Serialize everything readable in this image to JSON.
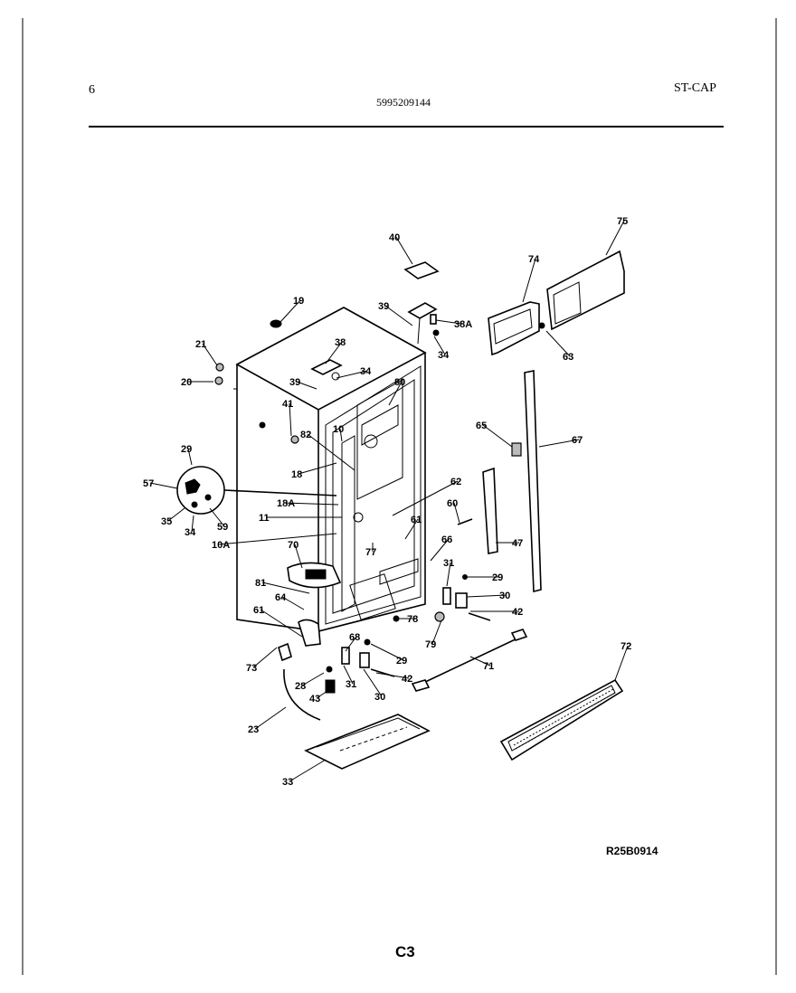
{
  "header": {
    "page_number": "6",
    "model_number": "5995209144",
    "section_code": "ST-CAP"
  },
  "footer": {
    "drawing_ref": "R25B0914",
    "page_code": "C3"
  },
  "callouts": [
    "19",
    "21",
    "20",
    "38",
    "39",
    "34",
    "41",
    "80",
    "10",
    "82",
    "18",
    "62",
    "29",
    "57",
    "35",
    "34",
    "59",
    "18A",
    "11",
    "10A",
    "70",
    "61",
    "77",
    "60",
    "81",
    "64",
    "61",
    "73",
    "28",
    "43",
    "23",
    "68",
    "31",
    "30",
    "31",
    "29",
    "30",
    "42",
    "42",
    "78",
    "79",
    "29",
    "71",
    "33",
    "72",
    "40",
    "39",
    "38A",
    "34",
    "74",
    "75",
    "63",
    "65",
    "67",
    "66",
    "47"
  ]
}
